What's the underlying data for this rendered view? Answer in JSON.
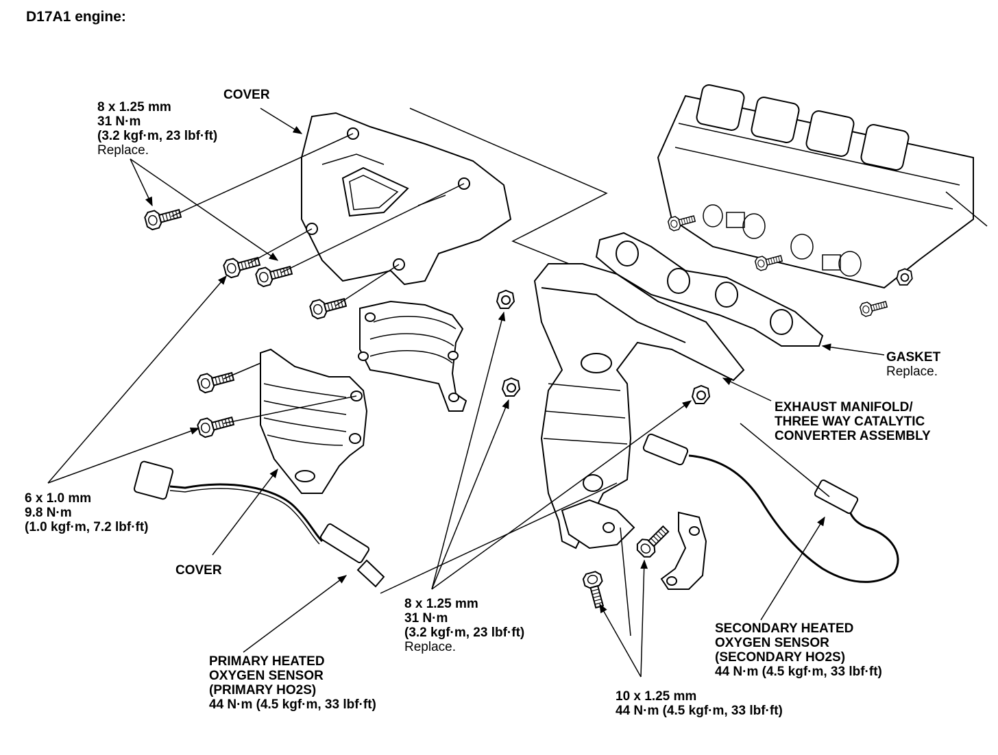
{
  "title": "D17A1 engine:",
  "labels": {
    "cover_top": "COVER",
    "cover_bottom": "COVER",
    "bolt_cover": {
      "size": "8 x 1.25 mm",
      "torque": "31 N·m",
      "alt": "(3.2 kgf·m, 23 lbf·ft)",
      "note": "Replace."
    },
    "bolt_6mm": {
      "size": "6 x 1.0 mm",
      "torque": "9.8 N·m",
      "alt": "(1.0 kgf·m, 7.2 lbf·ft)"
    },
    "nut_manifold": {
      "size": "8 x 1.25 mm",
      "torque": "31 N·m",
      "alt": "(3.2 kgf·m, 23 lbf·ft)",
      "note": "Replace."
    },
    "bolt_10mm": {
      "size": "10 x 1.25 mm",
      "torque": "44 N·m (4.5 kgf·m, 33 lbf·ft)"
    },
    "gasket": {
      "name": "GASKET",
      "note": "Replace."
    },
    "manifold": {
      "line1": "EXHAUST MANIFOLD/",
      "line2": "THREE WAY CATALYTIC",
      "line3": "CONVERTER ASSEMBLY"
    },
    "primary_sensor": {
      "line1": "PRIMARY HEATED",
      "line2": "OXYGEN SENSOR",
      "line3": "(PRIMARY HO2S)",
      "torque": "44 N·m (4.5 kgf·m, 33 lbf·ft)"
    },
    "secondary_sensor": {
      "line1": "SECONDARY HEATED",
      "line2": "OXYGEN SENSOR",
      "line3": "(SECONDARY HO2S)",
      "torque": "44 N·m (4.5 kgf·m, 33 lbf·ft)"
    }
  }
}
